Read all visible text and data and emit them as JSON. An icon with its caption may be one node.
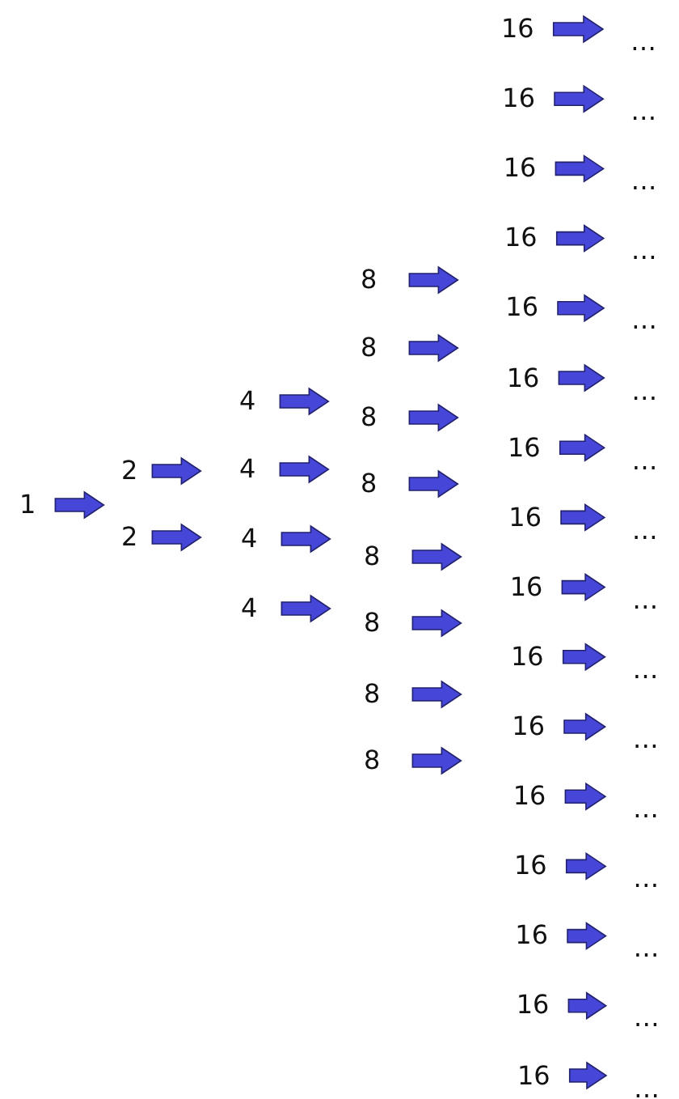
{
  "diagram": {
    "nodes": [
      {
        "text": [
          "1"
        ]
      },
      {
        "text": [
          "2"
        ]
      },
      {
        "text": [
          "2"
        ]
      },
      {
        "text": [
          "4"
        ]
      },
      {
        "text": [
          "4"
        ]
      },
      {
        "text": [
          "4"
        ]
      },
      {
        "text": [
          "4"
        ]
      },
      {
        "text": [
          "8"
        ]
      },
      {
        "text": [
          "8"
        ]
      },
      {
        "text": [
          "8"
        ]
      },
      {
        "text": [
          "8"
        ]
      },
      {
        "text": [
          "8"
        ]
      },
      {
        "text": [
          "8"
        ]
      },
      {
        "text": [
          "8"
        ]
      },
      {
        "text": [
          "8"
        ]
      },
      {
        "text": [
          "16"
        ]
      },
      {
        "text": [
          "16"
        ]
      },
      {
        "text": [
          "16"
        ]
      },
      {
        "text": [
          "16"
        ]
      },
      {
        "text": [
          "16"
        ]
      },
      {
        "text": [
          "16"
        ]
      },
      {
        "text": [
          "16"
        ]
      },
      {
        "text": [
          "16"
        ]
      },
      {
        "text": [
          "16"
        ]
      },
      {
        "text": [
          "16"
        ]
      },
      {
        "text": [
          "16"
        ]
      },
      {
        "text": [
          "16"
        ]
      },
      {
        "text": [
          "16"
        ]
      },
      {
        "text": [
          "16"
        ]
      },
      {
        "text": [
          "16"
        ]
      },
      {
        "text": [
          "16"
        ]
      },
      {
        "text": [
          "…"
        ]
      },
      {
        "text": [
          "…"
        ]
      },
      {
        "text": [
          "…"
        ]
      },
      {
        "text": [
          "…"
        ]
      },
      {
        "text": [
          "…"
        ]
      },
      {
        "text": [
          "…"
        ]
      },
      {
        "text": [
          "…"
        ]
      },
      {
        "text": [
          "…"
        ]
      },
      {
        "text": [
          "…"
        ]
      },
      {
        "text": [
          "…"
        ]
      },
      {
        "text": [
          "…"
        ]
      },
      {
        "text": [
          "…"
        ]
      },
      {
        "text": [
          "…"
        ]
      },
      {
        "text": [
          "…"
        ]
      },
      {
        "text": [
          "…"
        ]
      },
      {
        "text": [
          "…"
        ]
      }
    ],
    "edges": [
      {
        "from": 0,
        "to": null,
        "arrow": "to"
      },
      {
        "from": 1,
        "to": null,
        "arrow": "to"
      },
      {
        "from": 2,
        "to": null,
        "arrow": "to"
      },
      {
        "from": 3,
        "to": null,
        "arrow": "to"
      },
      {
        "from": 4,
        "to": null,
        "arrow": "to"
      },
      {
        "from": 5,
        "to": null,
        "arrow": "to"
      },
      {
        "from": 6,
        "to": null,
        "arrow": "to"
      },
      {
        "from": 7,
        "to": null,
        "arrow": "to"
      },
      {
        "from": 8,
        "to": null,
        "arrow": "to"
      },
      {
        "from": 9,
        "to": null,
        "arrow": "to"
      },
      {
        "from": 10,
        "to": null,
        "arrow": "to"
      },
      {
        "from": 11,
        "to": null,
        "arrow": "to"
      },
      {
        "from": 12,
        "to": null,
        "arrow": "to"
      },
      {
        "from": 13,
        "to": null,
        "arrow": "to"
      },
      {
        "from": 14,
        "to": null,
        "arrow": "to"
      },
      {
        "from": 15,
        "to": 31,
        "arrow": "to"
      },
      {
        "from": 16,
        "to": 32,
        "arrow": "to"
      },
      {
        "from": 17,
        "to": 33,
        "arrow": "to"
      },
      {
        "from": 18,
        "to": 34,
        "arrow": "to"
      },
      {
        "from": 19,
        "to": 35,
        "arrow": "to"
      },
      {
        "from": 20,
        "to": 36,
        "arrow": "to"
      },
      {
        "from": 21,
        "to": 37,
        "arrow": "to"
      },
      {
        "from": 22,
        "to": 38,
        "arrow": "to"
      },
      {
        "from": 23,
        "to": 39,
        "arrow": "to"
      },
      {
        "from": 24,
        "to": 40,
        "arrow": "to"
      },
      {
        "from": 25,
        "to": 41,
        "arrow": "to"
      },
      {
        "from": 26,
        "to": 42,
        "arrow": "to"
      },
      {
        "from": 27,
        "to": 43,
        "arrow": "to"
      },
      {
        "from": 28,
        "to": 44,
        "arrow": "to"
      },
      {
        "from": 29,
        "to": 45,
        "arrow": "to"
      },
      {
        "from": 30,
        "to": 46,
        "arrow": "to"
      }
    ]
  }
}
